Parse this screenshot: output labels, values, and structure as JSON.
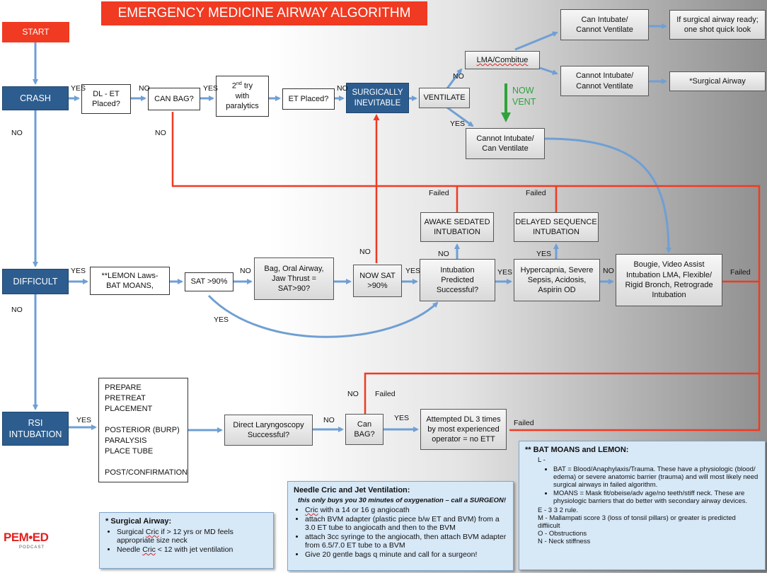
{
  "title": "EMERGENCY MEDICINE AIRWAY ALGORITHM",
  "colors": {
    "accent_red": "#f03a21",
    "node_blue": "#2d5d8f",
    "arrow_blue": "#6f9fd4",
    "now_vent_green": "#2ea33a",
    "panel_bg": "#d7e8f7"
  },
  "nodes": {
    "start": "START",
    "crash": "CRASH",
    "dl_et_placed": "DL - ET\nPlaced?",
    "can_bag_1": "CAN BAG?",
    "second_try_pre": "2",
    "second_try_sup": "nd",
    "second_try_post": " try\nwith\nparalytics",
    "et_placed": "ET Placed?",
    "surgically_inevitable": "SURGICALLY\nINEVITABLE",
    "ventilate": "VENTILATE",
    "lma_combitube": "LMA/Combitue",
    "can_intubate_cannot_ventilate": "Can Intubate/\nCannot Ventilate",
    "if_surgical_ready": "If surgical airway ready;\none shot quick look",
    "cannot_intubate_cannot_ventilate": "Cannot Intubate/\nCannot Ventilate",
    "surgical_airway_star": "*Surgical Airway",
    "cannot_intubate_can_ventilate": "Cannot Intubate/\nCan Ventilate",
    "difficult": "DIFFICULT",
    "lemon_laws": "**LEMON  Laws-\nBAT MOANS,",
    "sat_90": "SAT >90%",
    "bag_oral_airway": "Bag, Oral Airway,\nJaw Thrust =\nSAT>90?",
    "now_sat_90": "NOW SAT\n>90%",
    "intubation_predicted": "Intubation\nPredicted\nSuccessful?",
    "awake_sedated": "AWAKE SEDATED\nINTUBATION",
    "delayed_sequence": "DELAYED SEQUENCE\nINTUBATION",
    "hypercapnia": "Hypercapnia, Severe\nSepsis, Acidosis,\nAspirin OD",
    "bougie": "Bougie, Video Assist\nIntubation  LMA, Flexible/\nRigid Bronch, Retrograde\nIntubation",
    "rsi_intubation": "RSI\nINTUBATION",
    "rsi_steps": "PREPARE\nPRETREAT\nPLACEMENT\n\nPOSTERIOR (BURP)\nPARALYSIS\nPLACE TUBE\n\nPOST/CONFIRMATION",
    "direct_laryngoscopy": "Direct Laryngoscopy\nSuccessful?",
    "can_bag_2": "Can\nBAG?",
    "attempted_dl": "Attempted DL 3 times\nby most experienced\noperator = no ETT"
  },
  "now_vent": "NOW\nVENT",
  "edge_labels": {
    "yes": "YES",
    "no": "NO",
    "failed": "Failed"
  },
  "panels": {
    "surgical": {
      "title": "* Surgical Airway:",
      "item1_pre": "Surgical ",
      "item1_word": "Cric",
      "item1_post": " if > 12 yrs or MD feels appropriate size neck",
      "item2_pre": "Needle ",
      "item2_word": "Cric",
      "item2_post": " < 12 with jet ventilation"
    },
    "needle": {
      "title": "Needle Cric and Jet Ventilation:",
      "subtitle": "this only buys you 30 minutes of oxygenation – call a SURGEON!",
      "item1_pre": "",
      "item1_word": "Cric",
      "item1_post": " with a 14 or 16 g angiocath",
      "item2": "attach BVM adapter (plastic piece b/w ET and BVM) from a 3.0 ET tube to angiocath and then to the BVM",
      "item3": "attach 3cc syringe to the angiocath, then attach BVM adapter from 6.5/7.0 ET tube to a BVM",
      "item4": "Give 20 gentle bags q minute and call for a surgeon!"
    },
    "bat_moans": {
      "title": "** BAT MOANS and LEMON:",
      "l_line": "L -",
      "bat": "BAT = Blood/Anaphylaxis/Trauma.  These have a physiologic (blood/ edema) or severe anatomic barrier (trauma) and will most likely need surgical airways in failed algorithm.",
      "moans": "MOANS = Mask fit/obeise/adv age/no teeth/stiff neck.  These are physiologic barriers that do better with secondary airway devices.",
      "e_line": "E  -  3 3 2 rule.",
      "m_line": "M  -  Mallampati score 3 (loss of tonsil pillars) or greater is predicted diffiicult",
      "o_line": "O  -  Obstructions",
      "n_line": "N  -  Neck stiffness"
    }
  },
  "logo": {
    "main": "PEM•ED",
    "sub": "PODCAST"
  }
}
